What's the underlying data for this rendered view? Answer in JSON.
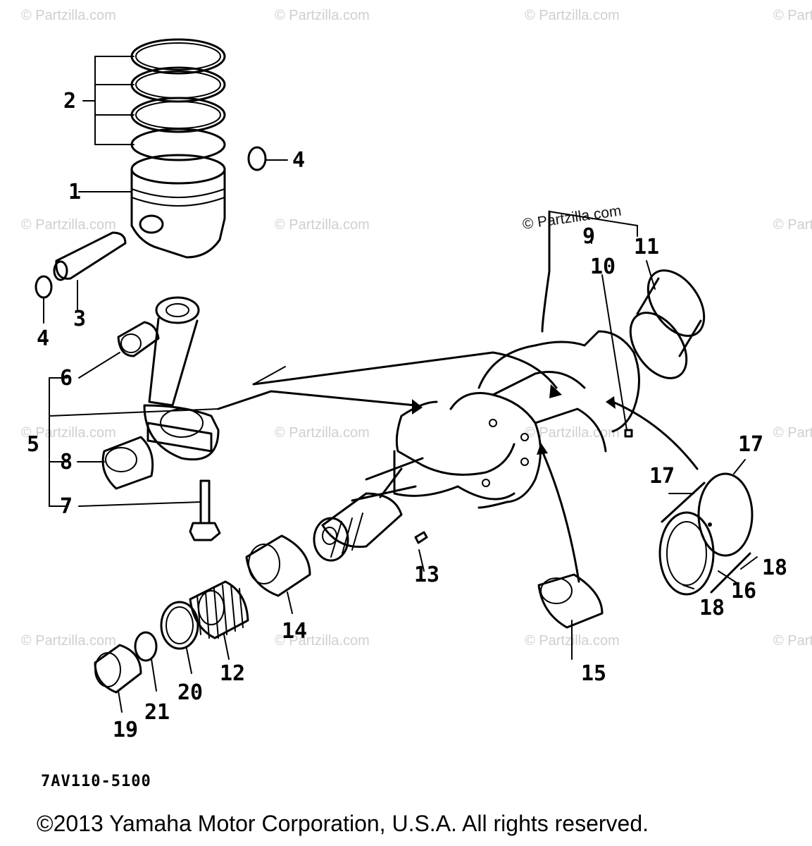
{
  "watermark_text": "© Partzilla.com",
  "partzilla_label": "© Partzilla.com",
  "figure_code": "7AV110-5100",
  "copyright": "©2013 Yamaha Motor Corporation, U.S.A. All rights reserved.",
  "callouts": {
    "c1": "1",
    "c2": "2",
    "c3": "3",
    "c4a": "4",
    "c4b": "4",
    "c5": "5",
    "c6": "6",
    "c7": "7",
    "c8": "8",
    "c9": "9",
    "c10": "10",
    "c11": "11",
    "c12": "12",
    "c13": "13",
    "c14": "14",
    "c15": "15",
    "c16": "16",
    "c17a": "17",
    "c17b": "17",
    "c18a": "18",
    "c18b": "18",
    "c19": "19",
    "c20": "20",
    "c21": "21"
  }
}
